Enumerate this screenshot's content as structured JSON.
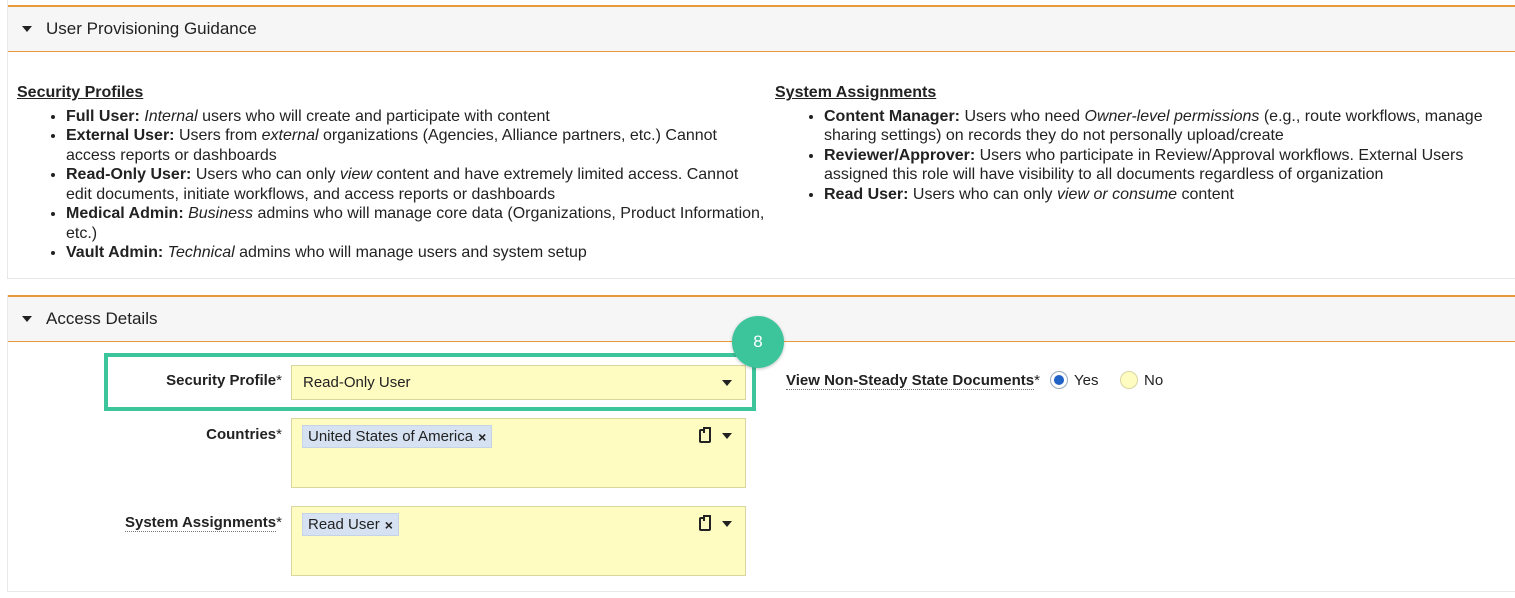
{
  "sections": {
    "guidance": {
      "title": "User Provisioning Guidance"
    },
    "access": {
      "title": "Access Details"
    }
  },
  "guidance": {
    "security_profiles": {
      "heading": "Security Profiles",
      "items": [
        {
          "term": "Full User:",
          "em": "Internal",
          "rest": " users who will create and participate with content"
        },
        {
          "term": "External User:",
          "pre": " Users from ",
          "em": "external",
          "rest": " organizations (Agencies, Alliance partners, etc.) Cannot access reports or dashboards"
        },
        {
          "term": "Read-Only User:",
          "pre": " Users who can only ",
          "em": "view",
          "rest": " content and have extremely limited access. Cannot edit documents, initiate workflows, and access reports or dashboards"
        },
        {
          "term": "Medical Admin:",
          "em": "Business",
          "rest": " admins who will manage core data (Organizations, Product Information, etc.)"
        },
        {
          "term": "Vault Admin:",
          "em": "Technical",
          "rest": " admins who will manage users and system setup"
        }
      ]
    },
    "system_assignments": {
      "heading": "System Assignments",
      "items": [
        {
          "term": "Content Manager:",
          "pre": " Users who need ",
          "em": "Owner-level permissions",
          "rest": " (e.g., route workflows, manage sharing settings) on records they do not personally upload/create"
        },
        {
          "term": "Reviewer/Approver:",
          "pre": " Users who participate in Review/Approval workflows. External Users assigned this role will have visibility to all documents regardless of organization",
          "em": "",
          "rest": ""
        },
        {
          "term": "Read User:",
          "pre": " Users who can only ",
          "em": "view or consume",
          "rest": " content"
        }
      ]
    }
  },
  "form": {
    "security_profile": {
      "label": "Security Profile",
      "required": "*",
      "value": "Read-Only User"
    },
    "countries": {
      "label": "Countries",
      "required": "*",
      "chips": [
        "United States of America"
      ]
    },
    "system_assignments": {
      "label": "System Assignments",
      "required": "*",
      "chips": [
        "Read User"
      ]
    },
    "non_steady": {
      "label": "View Non-Steady State Documents",
      "required": "*",
      "options": [
        "Yes",
        "No"
      ],
      "selected": "Yes"
    }
  },
  "annotation": {
    "step": "8",
    "color": "#3cc59b"
  },
  "icons": {
    "remove": "×",
    "clipboard": "clipboard-icon",
    "dropdown": "chevron-down-icon",
    "collapse": "caret-down-icon"
  },
  "colors": {
    "accent": "#e69a3c",
    "field_bg": "#fffcc2",
    "chip_bg": "#d6e2f2",
    "radio_selected": "#1f63c6"
  }
}
